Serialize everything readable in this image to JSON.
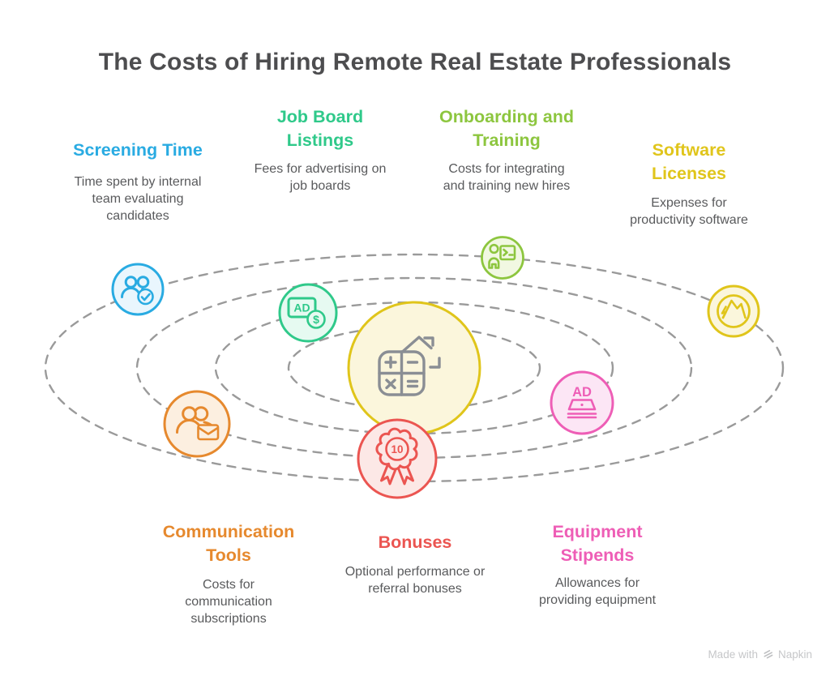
{
  "title": "The Costs of Hiring Remote Real Estate Professionals",
  "colors": {
    "background": "#FFFFFF",
    "orbit": "#9A9A9A",
    "title": "#4D4D4F",
    "body": "#595A5C",
    "watermark": "#C6C7C9"
  },
  "center": {
    "icon": "house-calculator",
    "color": "#E0C51B",
    "tint": "#FBF6DC",
    "glyph": "#8A8E94"
  },
  "items": [
    {
      "id": "screening-time",
      "label_lines": [
        "Screening Time"
      ],
      "desc_lines": [
        "Time spent by internal",
        "team evaluating",
        "candidates"
      ],
      "color": "#29ABE2",
      "tint": "#E9F6FD",
      "icon": "people-check"
    },
    {
      "id": "job-board-listings",
      "label_lines": [
        "Job Board",
        "Listings"
      ],
      "desc_lines": [
        "Fees for advertising on",
        "job boards"
      ],
      "color": "#2FC98A",
      "tint": "#E6FAF1",
      "icon": "ad-dollar",
      "icon_text": "AD",
      "icon_symbol": "$"
    },
    {
      "id": "onboarding-and-training",
      "label_lines": [
        "Onboarding and",
        "Training"
      ],
      "desc_lines": [
        "Costs for integrating",
        "and training new hires"
      ],
      "color": "#8DC63F",
      "tint": "#F1F8E2",
      "icon": "trainer-presentation"
    },
    {
      "id": "software-licenses",
      "label_lines": [
        "Software",
        "Licenses"
      ],
      "desc_lines": [
        "Expenses for",
        "productivity software"
      ],
      "color": "#E0C51B",
      "tint": "#FBF6DC",
      "icon": "software-logo"
    },
    {
      "id": "communication-tools",
      "label_lines": [
        "Communication",
        "Tools"
      ],
      "desc_lines": [
        "Costs for",
        "communication",
        "subscriptions"
      ],
      "color": "#E6892E",
      "tint": "#FCEFE0",
      "icon": "people-envelope"
    },
    {
      "id": "bonuses",
      "label_lines": [
        "Bonuses"
      ],
      "desc_lines": [
        "Optional performance or",
        "referral bonuses"
      ],
      "color": "#EB5551",
      "tint": "#FCE8E6",
      "icon": "award-ribbon",
      "badge_value": "10"
    },
    {
      "id": "equipment-stipends",
      "label_lines": [
        "Equipment",
        "Stipends"
      ],
      "desc_lines": [
        "Allowances for",
        "providing equipment"
      ],
      "color": "#EE5EB6",
      "tint": "#FCE6F5",
      "icon": "laptop-ad",
      "icon_text": "AD"
    }
  ],
  "watermark": {
    "prefix": "Made with",
    "brand": "Napkin"
  }
}
